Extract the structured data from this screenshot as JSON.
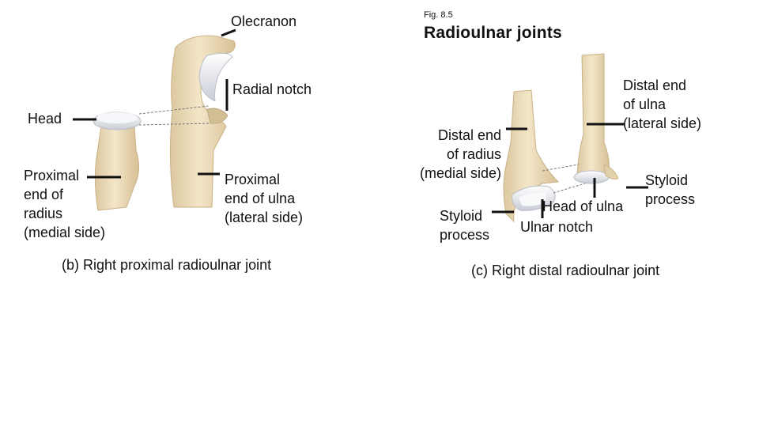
{
  "figure_number": "Fig. 8.5",
  "title": "Radioulnar joints",
  "panel_b": {
    "caption": "(b) Right proximal radioulnar joint",
    "labels": {
      "olecranon": "Olecranon",
      "radial_notch": "Radial notch",
      "head": "Head",
      "proximal_radius": "Proximal\nend of\nradius\n(medial side)",
      "proximal_ulna": "Proximal\nend of ulna\n(lateral side)"
    }
  },
  "panel_c": {
    "caption": "(c) Right distal radioulnar joint",
    "labels": {
      "distal_ulna": "Distal end\nof ulna\n(lateral side)",
      "distal_radius": "Distal end\nof radius\n(medial side)",
      "styloid_ulna": "Styloid\nprocess",
      "styloid_radius": "Styloid\nprocess",
      "head_of_ulna": "Head of ulna",
      "ulnar_notch": "Ulnar notch"
    }
  },
  "colors": {
    "bone": "#f1e3c2",
    "bone_shadow": "#d8c39a",
    "cartilage": "#eef0f4",
    "leader": "#111111"
  }
}
